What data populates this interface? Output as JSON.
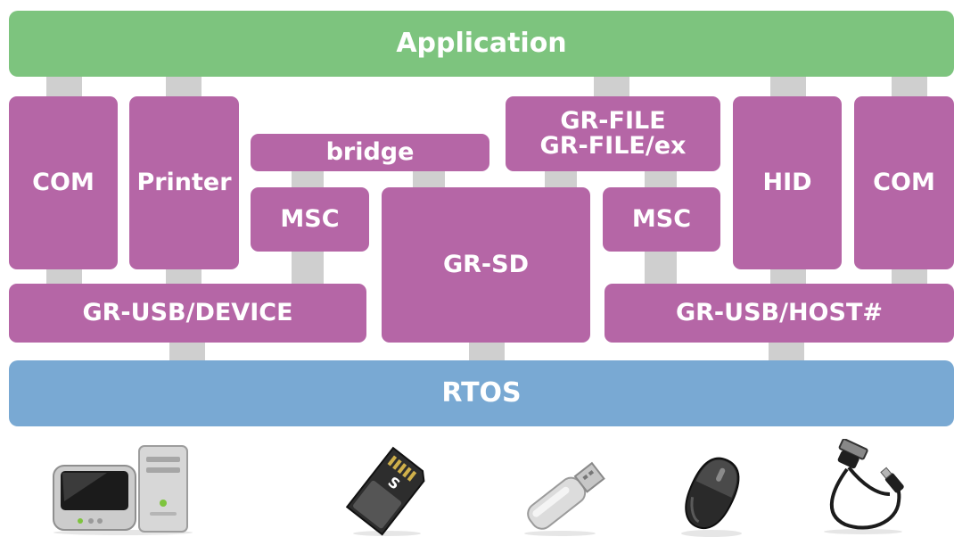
{
  "layers": {
    "application": "Application",
    "rtos": "RTOS"
  },
  "modules": {
    "com_left": "COM",
    "printer": "Printer",
    "bridge": "bridge",
    "msc_left": "MSC",
    "gr_sd": "GR-SD",
    "gr_file_line1": "GR-FILE",
    "gr_file_line2": "GR-FILE/ex",
    "msc_right": "MSC",
    "hid": "HID",
    "com_right": "COM",
    "gr_usb_device": "GR-USB/DEVICE",
    "gr_usb_host": "GR-USB/HOST#"
  },
  "devices": [
    "computer-icon",
    "sd-card-icon",
    "usb-flash-drive-icon",
    "mouse-icon",
    "usb-cable-icon"
  ],
  "colors": {
    "application": "#7dc47e",
    "module": "#b566a6",
    "rtos": "#79a9d3",
    "connector": "#cfcfcf"
  }
}
